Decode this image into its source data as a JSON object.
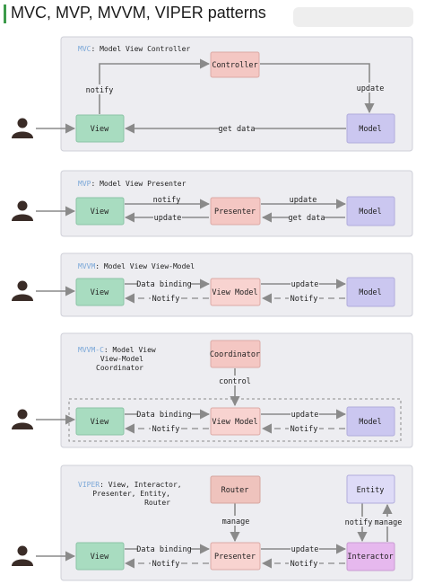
{
  "title": "MVC, MVP, MVVM, VIPER patterns",
  "colors": {
    "view": "#a8dcc0",
    "controller": "#f4c7c3",
    "model": "#cbc7f0",
    "router": "#efc3bd",
    "interactor": "#e6b8ee",
    "panel": "#ededf1",
    "accent": "#3c9a4a"
  },
  "mvc": {
    "key": "MVC",
    "caption": ": Model View Controller",
    "view": "View",
    "controller": "Controller",
    "model": "Model",
    "notify": "notify",
    "update": "update",
    "get_data": "get data"
  },
  "mvp": {
    "key": "MVP",
    "caption": ": Model View Presenter",
    "view": "View",
    "presenter": "Presenter",
    "model": "Model",
    "notify": "notify",
    "update_left": "update",
    "update_right": "update",
    "get_data": "get data"
  },
  "mvvm": {
    "key": "MVVM",
    "caption": ": Model View View-Model",
    "view": "View",
    "viewmodel": "View Model",
    "model": "Model",
    "data_binding": "Data binding",
    "notify_left": "Notify",
    "update": "update",
    "notify_right": "Notify"
  },
  "mvvmc": {
    "key": "MVVM-C",
    "caption_1": ": Model View",
    "caption_2": "View-Model",
    "caption_3": "Coordinator",
    "coordinator": "Coordinator",
    "control": "control",
    "view": "View",
    "viewmodel": "View Model",
    "model": "Model",
    "data_binding": "Data binding",
    "notify_left": "Notify",
    "update": "update",
    "notify_right": "Notify"
  },
  "viper": {
    "key": "VIPER",
    "caption_1": ": View, Interactor,",
    "caption_2": "Presenter, Entity,",
    "caption_3": "Router",
    "router": "Router",
    "manage_router": "manage",
    "entity": "Entity",
    "notify": "notify",
    "manage_entity": "manage",
    "view": "View",
    "presenter": "Presenter",
    "interactor": "Interactor",
    "data_binding": "Data binding",
    "notify_left": "Notify",
    "update": "update",
    "notify_right": "Notify"
  }
}
